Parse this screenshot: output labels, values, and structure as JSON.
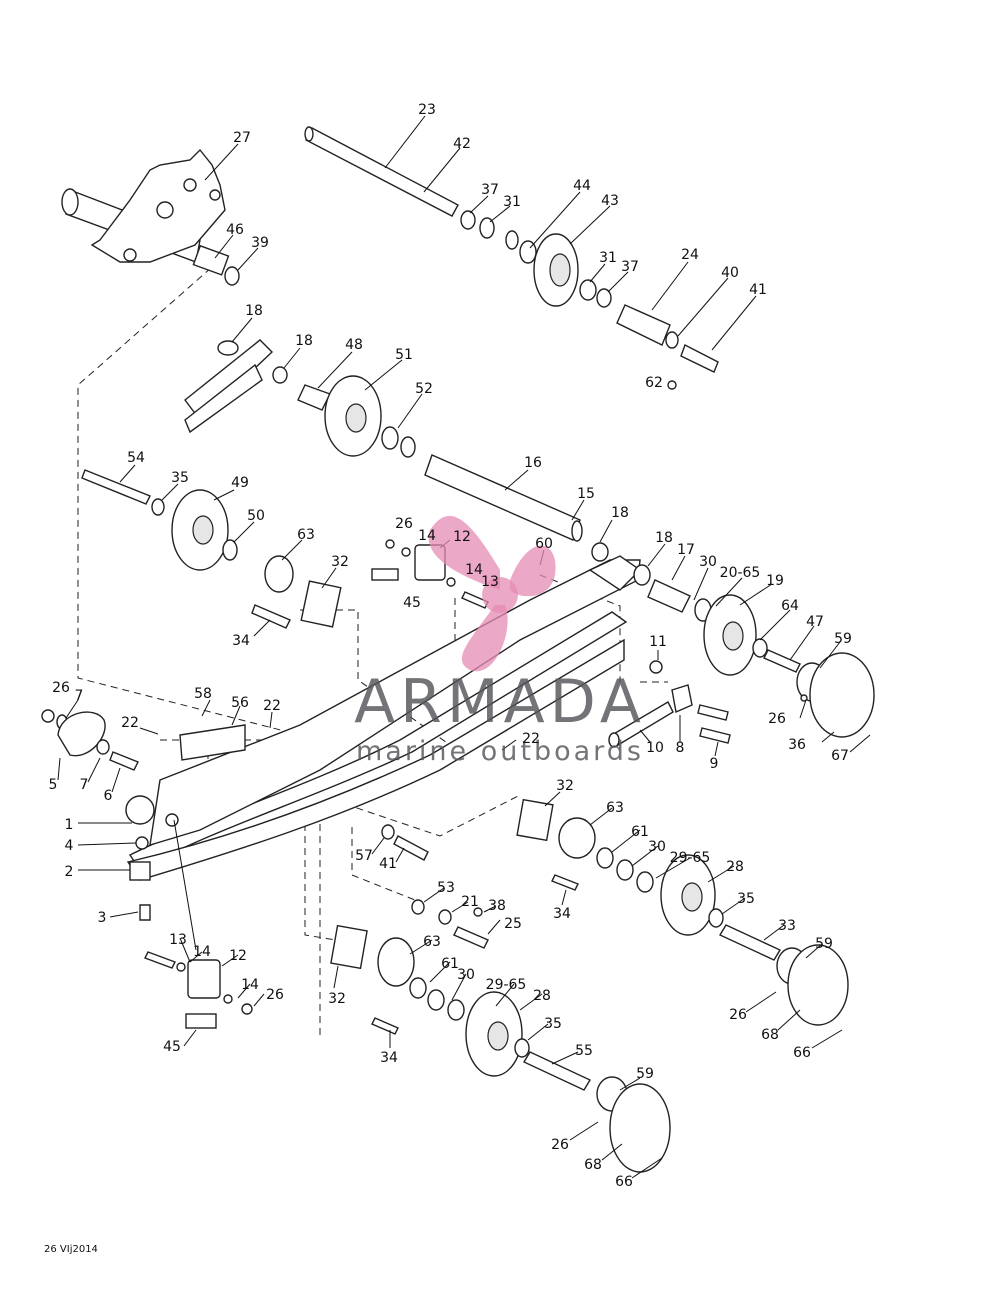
{
  "diagram": {
    "labels": [
      {
        "id": "l23",
        "text": "23"
      },
      {
        "id": "l42",
        "text": "42"
      },
      {
        "id": "l27",
        "text": "27"
      },
      {
        "id": "l37a",
        "text": "37"
      },
      {
        "id": "l31a",
        "text": "31"
      },
      {
        "id": "l44",
        "text": "44"
      },
      {
        "id": "l43",
        "text": "43"
      },
      {
        "id": "l46",
        "text": "46"
      },
      {
        "id": "l39",
        "text": "39"
      },
      {
        "id": "l31b",
        "text": "31"
      },
      {
        "id": "l37b",
        "text": "37"
      },
      {
        "id": "l24",
        "text": "24"
      },
      {
        "id": "l40",
        "text": "40"
      },
      {
        "id": "l41a",
        "text": "41"
      },
      {
        "id": "l18a",
        "text": "18"
      },
      {
        "id": "l18b",
        "text": "18"
      },
      {
        "id": "l48",
        "text": "48"
      },
      {
        "id": "l51",
        "text": "51"
      },
      {
        "id": "l62",
        "text": "62"
      },
      {
        "id": "l52",
        "text": "52"
      },
      {
        "id": "l16",
        "text": "16"
      },
      {
        "id": "l54",
        "text": "54"
      },
      {
        "id": "l35a",
        "text": "35"
      },
      {
        "id": "l49",
        "text": "49"
      },
      {
        "id": "l50",
        "text": "50"
      },
      {
        "id": "l15",
        "text": "15"
      },
      {
        "id": "l18c",
        "text": "18"
      },
      {
        "id": "l26a",
        "text": "26"
      },
      {
        "id": "l14a",
        "text": "14"
      },
      {
        "id": "l12a",
        "text": "12"
      },
      {
        "id": "l63a",
        "text": "63"
      },
      {
        "id": "l60",
        "text": "60"
      },
      {
        "id": "l18d",
        "text": "18"
      },
      {
        "id": "l17",
        "text": "17"
      },
      {
        "id": "l32a",
        "text": "32"
      },
      {
        "id": "l14b",
        "text": "14"
      },
      {
        "id": "l13a",
        "text": "13"
      },
      {
        "id": "l30a",
        "text": "30"
      },
      {
        "id": "l2065",
        "text": "20-65"
      },
      {
        "id": "l45a",
        "text": "45"
      },
      {
        "id": "l19",
        "text": "19"
      },
      {
        "id": "l64",
        "text": "64"
      },
      {
        "id": "l47",
        "text": "47"
      },
      {
        "id": "l34a",
        "text": "34"
      },
      {
        "id": "l59a",
        "text": "59"
      },
      {
        "id": "l11",
        "text": "11"
      },
      {
        "id": "l26b",
        "text": "26"
      },
      {
        "id": "l7a",
        "text": "7"
      },
      {
        "id": "l58",
        "text": "58"
      },
      {
        "id": "l56",
        "text": "56"
      },
      {
        "id": "l22a",
        "text": "22"
      },
      {
        "id": "l22b",
        "text": "22"
      },
      {
        "id": "l26c",
        "text": "26"
      },
      {
        "id": "l22c",
        "text": "22"
      },
      {
        "id": "l10",
        "text": "10"
      },
      {
        "id": "l8",
        "text": "8"
      },
      {
        "id": "l36",
        "text": "36"
      },
      {
        "id": "l67",
        "text": "67"
      },
      {
        "id": "l9",
        "text": "9"
      },
      {
        "id": "l5",
        "text": "5"
      },
      {
        "id": "l7b",
        "text": "7"
      },
      {
        "id": "l6",
        "text": "6"
      },
      {
        "id": "l32b",
        "text": "32"
      },
      {
        "id": "l63b",
        "text": "63"
      },
      {
        "id": "l1",
        "text": "1"
      },
      {
        "id": "l61a",
        "text": "61"
      },
      {
        "id": "l4",
        "text": "4"
      },
      {
        "id": "l30b",
        "text": "30"
      },
      {
        "id": "l57",
        "text": "57"
      },
      {
        "id": "l2965a",
        "text": "29-65"
      },
      {
        "id": "l41b",
        "text": "41"
      },
      {
        "id": "l28a",
        "text": "28"
      },
      {
        "id": "l2",
        "text": "2"
      },
      {
        "id": "l35b",
        "text": "35"
      },
      {
        "id": "l53",
        "text": "53"
      },
      {
        "id": "l21",
        "text": "21"
      },
      {
        "id": "l38",
        "text": "38"
      },
      {
        "id": "l34b",
        "text": "34"
      },
      {
        "id": "l3",
        "text": "3"
      },
      {
        "id": "l25",
        "text": "25"
      },
      {
        "id": "l33",
        "text": "33"
      },
      {
        "id": "l13b",
        "text": "13"
      },
      {
        "id": "l63c",
        "text": "63"
      },
      {
        "id": "l14c",
        "text": "14"
      },
      {
        "id": "l12b",
        "text": "12"
      },
      {
        "id": "l59b",
        "text": "59"
      },
      {
        "id": "l61b",
        "text": "61"
      },
      {
        "id": "l14d",
        "text": "14"
      },
      {
        "id": "l26d",
        "text": "26"
      },
      {
        "id": "l30c",
        "text": "30"
      },
      {
        "id": "l2965b",
        "text": "29-65"
      },
      {
        "id": "l28b",
        "text": "28"
      },
      {
        "id": "l32c",
        "text": "32"
      },
      {
        "id": "l26e",
        "text": "26"
      },
      {
        "id": "l68a",
        "text": "68"
      },
      {
        "id": "l35c",
        "text": "35"
      },
      {
        "id": "l66a",
        "text": "66"
      },
      {
        "id": "l45b",
        "text": "45"
      },
      {
        "id": "l34c",
        "text": "34"
      },
      {
        "id": "l55",
        "text": "55"
      },
      {
        "id": "l59c",
        "text": "59"
      },
      {
        "id": "l26f",
        "text": "26"
      },
      {
        "id": "l68b",
        "text": "68"
      },
      {
        "id": "l66b",
        "text": "66"
      }
    ]
  },
  "watermark": {
    "brand": "ARMADA",
    "tagline": "marine outboards",
    "logo_color": "#e68cb4"
  },
  "footer": {
    "doc_code": "26 VIj2014"
  }
}
